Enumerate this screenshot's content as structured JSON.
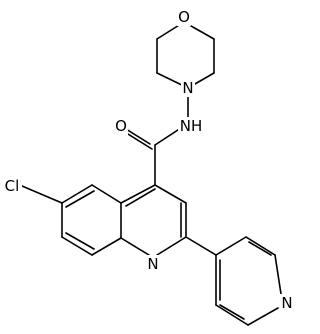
{
  "molecule": {
    "atoms": [
      {
        "id": "O_morph",
        "label": "O"
      },
      {
        "id": "N_morph",
        "label": "N"
      },
      {
        "id": "NH_amide",
        "label": "NH"
      },
      {
        "id": "O_carbonyl",
        "label": "O"
      },
      {
        "id": "Cl",
        "label": "Cl"
      },
      {
        "id": "N_quin",
        "label": "N"
      },
      {
        "id": "N_pyr",
        "label": "N"
      }
    ]
  }
}
